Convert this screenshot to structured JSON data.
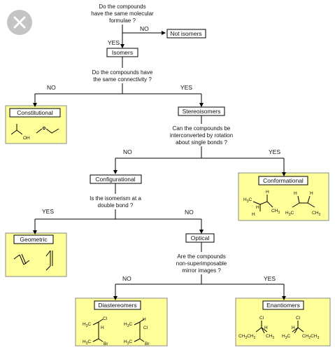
{
  "ui": {
    "close_icon": "close-x-icon"
  },
  "questions": {
    "q1": [
      "Do the compounds",
      "have the same molecular",
      "formulae ?"
    ],
    "q2": [
      "Do the compounds have",
      "the same connectivity ?"
    ],
    "q3": [
      "Can the compounds be",
      "interconverted by rotation",
      "about single bonds ?"
    ],
    "q4": [
      "Is the isomerism at a",
      "double bond ?"
    ],
    "q5": [
      "Are the compounds",
      "non-superimposable",
      "mirror images ?"
    ]
  },
  "answers": {
    "no": "NO",
    "yes": "YES"
  },
  "nodes": {
    "not_isomers": "Not isomers",
    "isomers": "Isomers",
    "constitutional": "Constitutional",
    "stereoisomers": "Stereoisomers",
    "configurational": "Configurational",
    "conformational": "Conformational",
    "geometric": "Geometric",
    "optical": "Optical",
    "diastereomers": "Diastereomers",
    "enantiomers": "Enantiomers"
  },
  "chem_labels": {
    "oh": "OH",
    "h": "H",
    "h3c": "H3C",
    "ch3": "CH3",
    "cl": "Cl",
    "br": "Br",
    "ch3ch2": "CH3CH2",
    "ch2ch3": "CH2CH3"
  },
  "colors": {
    "panel_fill": "#ffff99",
    "line": "#000000",
    "close_button": "#c4c4c4"
  }
}
